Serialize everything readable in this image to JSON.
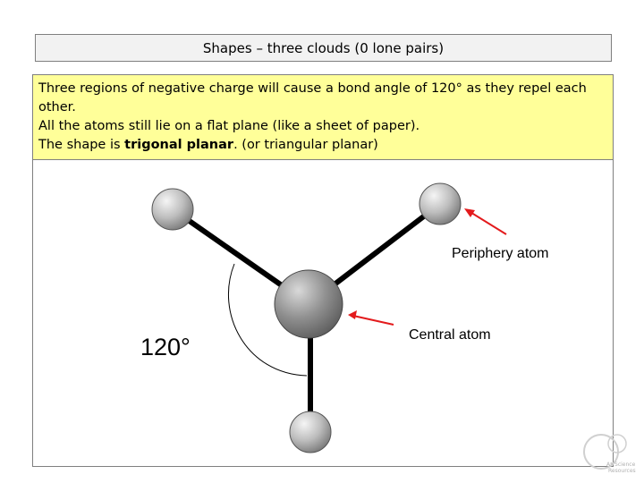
{
  "title": "Shapes – three clouds (0 lone pairs)",
  "info": {
    "line1": "Three regions of negative charge will cause a bond angle of 120° as they repel each other.",
    "line2": "All the atoms still lie on a flat plane (like a sheet of paper).",
    "line3_prefix": "The shape is ",
    "line3_bold": "trigonal planar",
    "line3_suffix": ". (or triangular planar)"
  },
  "labels": {
    "periphery": "Periphery atom",
    "central": "Central atom",
    "angle": "120°"
  },
  "logo": {
    "line1": "A* Science",
    "line2": "Resources"
  },
  "colors": {
    "title_bg": "#f2f2f2",
    "info_bg": "#ffff99",
    "arrow": "#e31a1c",
    "bond": "#000000",
    "atom_light": "#e8e8e8",
    "atom_dark": "#8c8c8c"
  }
}
